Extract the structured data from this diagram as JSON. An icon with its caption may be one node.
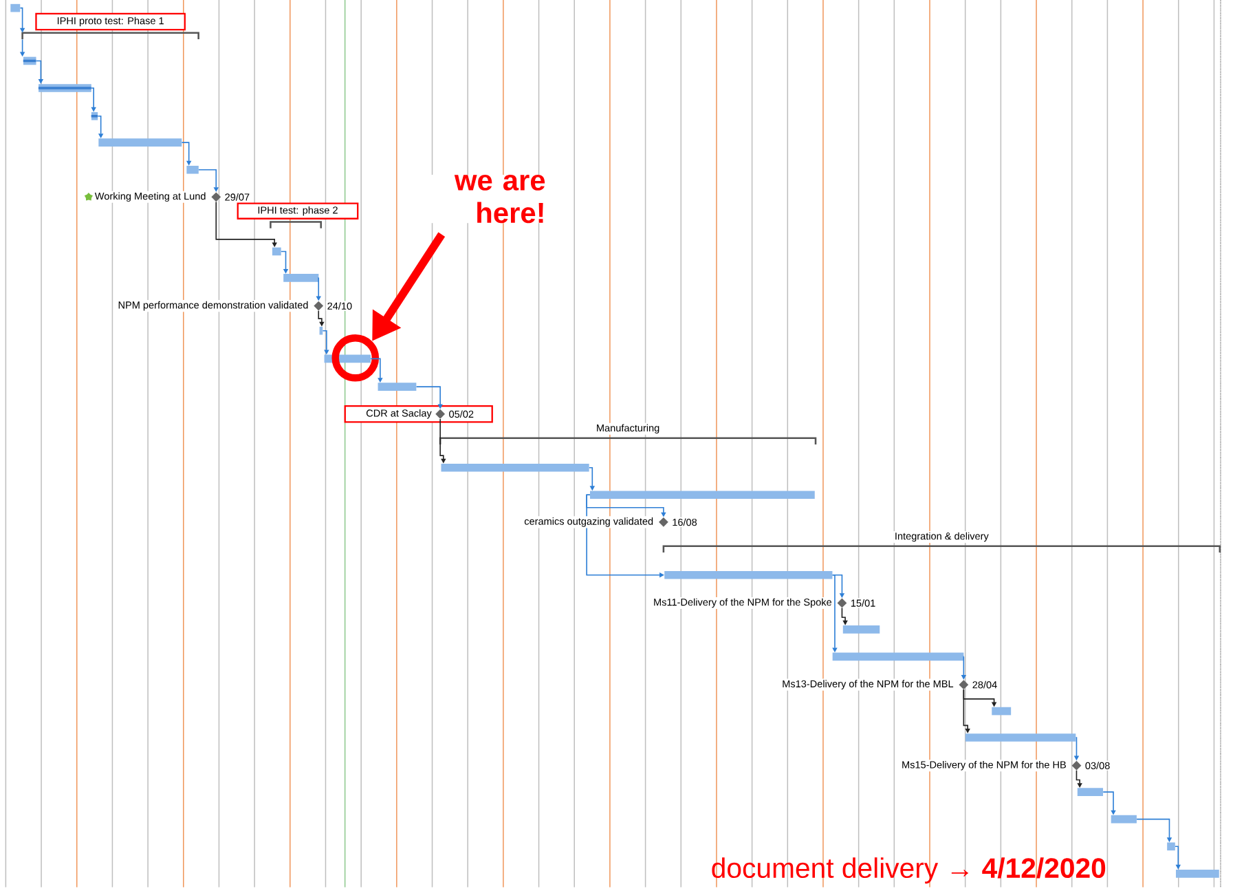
{
  "diagram": {
    "nodes": [
      {
        "text": [],
        "shape": "bar"
      },
      {
        "text": [
          "IPHI proto test: Phase 1"
        ]
      },
      {
        "text": [],
        "shape": "bracket"
      },
      {
        "text": [],
        "shape": "bar"
      },
      {
        "text": [],
        "shape": "bar"
      },
      {
        "text": [],
        "shape": "bar"
      },
      {
        "text": [],
        "shape": "bar"
      },
      {
        "text": [],
        "shape": "bar"
      },
      {
        "text": [],
        "shape": "diamond",
        "beside": [
          "Working Meeting at Lund",
          "29/07"
        ]
      },
      {
        "text": [
          "IPHI test: phase 2"
        ]
      },
      {
        "text": [],
        "shape": "bracket"
      },
      {
        "text": [],
        "shape": "bar"
      },
      {
        "text": [],
        "shape": "bar"
      },
      {
        "text": [],
        "shape": "diamond",
        "beside": [
          "NPM performance demonstration validated",
          "24/10"
        ]
      },
      {
        "text": [],
        "shape": "bar"
      },
      {
        "text": [],
        "shape": "bar"
      },
      {
        "text": [
          "we are here!"
        ]
      },
      {
        "text": [],
        "shape": "circle"
      },
      {
        "text": [],
        "shape": "bar"
      },
      {
        "text": [
          "CDR at Saclay",
          "05/02"
        ]
      },
      {
        "text": [],
        "shape": "diamond",
        "in": 19
      },
      {
        "text": [
          "Manufacturing"
        ]
      },
      {
        "text": [],
        "shape": "bar"
      },
      {
        "text": [],
        "shape": "bar"
      },
      {
        "text": [],
        "shape": "diamond",
        "beside": [
          "ceramics outgazing validated",
          "16/08"
        ]
      },
      {
        "text": [
          "Integration & delivery"
        ]
      },
      {
        "text": [],
        "shape": "bar"
      },
      {
        "text": [],
        "shape": "diamond",
        "beside": [
          "Ms11-Delivery of the NPM for the Spoke",
          "15/01"
        ]
      },
      {
        "text": [],
        "shape": "bar"
      },
      {
        "text": [],
        "shape": "bar"
      },
      {
        "text": [],
        "shape": "diamond",
        "beside": [
          "Ms13-Delivery of the NPM for the MBL",
          "28/04"
        ]
      },
      {
        "text": [],
        "shape": "bar"
      },
      {
        "text": [],
        "shape": "bar"
      },
      {
        "text": [],
        "shape": "diamond",
        "beside": [
          "Ms15-Delivery of the NPM for the HB",
          "03/08"
        ]
      },
      {
        "text": [],
        "shape": "bar"
      },
      {
        "text": [],
        "shape": "bar"
      },
      {
        "text": [],
        "shape": "bar"
      },
      {
        "text": [],
        "shape": "bar"
      }
    ],
    "edges": [
      {
        "from": 0,
        "to": 2,
        "arrow": "to"
      },
      {
        "from": 2,
        "to": 3,
        "arrow": "to"
      },
      {
        "from": 3,
        "to": 4,
        "arrow": "to"
      },
      {
        "from": 4,
        "to": 5,
        "arrow": "to"
      },
      {
        "from": 5,
        "to": 6,
        "arrow": "to"
      },
      {
        "from": 6,
        "to": 7,
        "arrow": "to"
      },
      {
        "from": 7,
        "to": 8,
        "arrow": "to"
      },
      {
        "from": 8,
        "to": 11,
        "arrow": "to",
        "color": "#222222"
      },
      {
        "from": 11,
        "to": 12,
        "arrow": "to"
      },
      {
        "from": 12,
        "to": 13,
        "arrow": "to"
      },
      {
        "from": 13,
        "to": 14,
        "arrow": "to",
        "color": "#222222"
      },
      {
        "from": 14,
        "to": 15,
        "arrow": "to"
      },
      {
        "from": 15,
        "to": 18,
        "arrow": "to"
      },
      {
        "from": 18,
        "to": 20,
        "arrow": "to"
      },
      {
        "from": 20,
        "to": 22,
        "arrow": "to",
        "color": "#222222"
      },
      {
        "from": 22,
        "to": 23,
        "arrow": "to"
      },
      {
        "from": 23,
        "to": 24,
        "arrow": "to"
      },
      {
        "from": 23,
        "to": 26,
        "arrow": "to"
      },
      {
        "from": 26,
        "to": 27,
        "arrow": "to"
      },
      {
        "from": 26,
        "to": 29,
        "arrow": "to"
      },
      {
        "from": 27,
        "to": 28,
        "arrow": "to",
        "color": "#222222"
      },
      {
        "from": 29,
        "to": 30,
        "arrow": "to"
      },
      {
        "from": 30,
        "to": 31,
        "arrow": "to",
        "color": "#222222"
      },
      {
        "from": 30,
        "to": 32,
        "arrow": "to",
        "color": "#222222"
      },
      {
        "from": 32,
        "to": 33,
        "arrow": "to"
      },
      {
        "from": 33,
        "to": 34,
        "arrow": "to",
        "color": "#222222"
      },
      {
        "from": 34,
        "to": 35,
        "arrow": "to"
      },
      {
        "from": 35,
        "to": 36,
        "arrow": "to"
      },
      {
        "from": 36,
        "to": 37,
        "arrow": "to"
      },
      {
        "from": 16,
        "to": 17,
        "arrow": "to",
        "style": "thick",
        "color": "#ff0000"
      }
    ],
    "labels": [
      "document delivery → **4/12/2020**"
    ]
  }
}
